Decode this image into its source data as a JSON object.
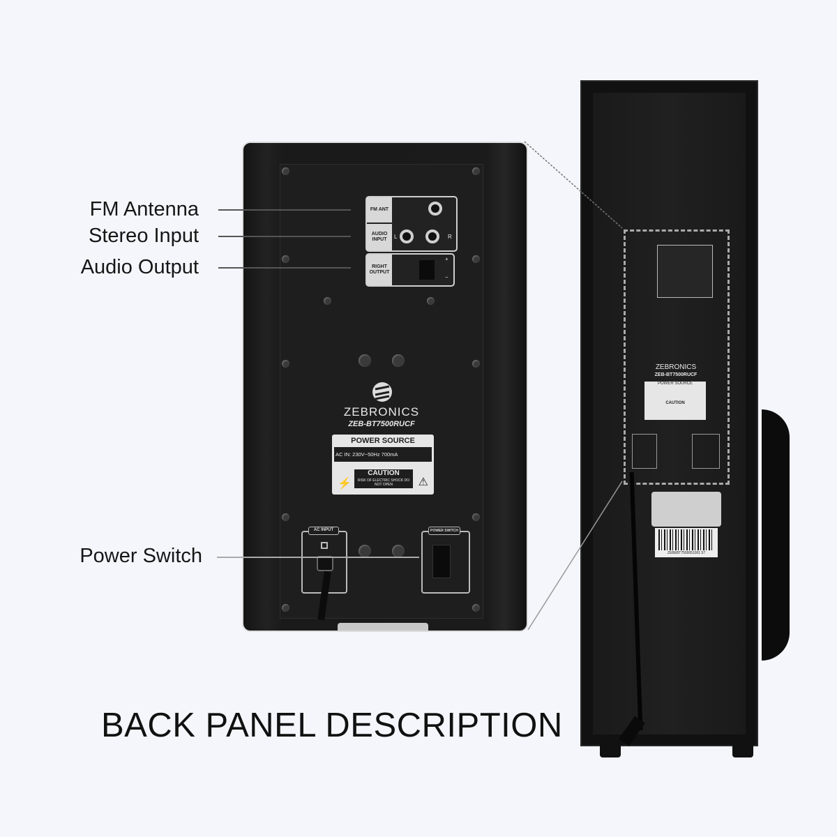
{
  "callouts": {
    "fm_antenna": "FM Antenna",
    "stereo_input": "Stereo Input",
    "audio_output": "Audio Output",
    "power_switch": "Power Switch"
  },
  "panel": {
    "fm_ant": "FM ANT",
    "audio_input": "AUDIO INPUT",
    "left": "L",
    "right": "R",
    "right_output": "RIGHT OUTPUT",
    "plus": "+",
    "minus": "−",
    "brand": "ZEBRONICS",
    "model": "ZEB-BT7500RUCF",
    "power_source": "POWER SOURCE",
    "ac_in": "AC IN: 230V~50Hz  700mA",
    "caution": "CAUTION",
    "caution_text": "RISK OF ELECTRIC SHOCK DO NOT OPEN",
    "ac_input": "AC INPUT",
    "power_switch_tag": "POWER SWITCH"
  },
  "tower": {
    "brand": "ZEBRONICS",
    "model": "ZEB-BT7500RUCF",
    "power_source": "POWER SOURCE",
    "caution": "CAUTION",
    "barcode": "ZEBEBT7500051001 57"
  },
  "title": "BACK PANEL DESCRIPTION",
  "colors": {
    "background": "#f4f6fb",
    "panel": "#1e1e1e",
    "text": "#111111"
  }
}
